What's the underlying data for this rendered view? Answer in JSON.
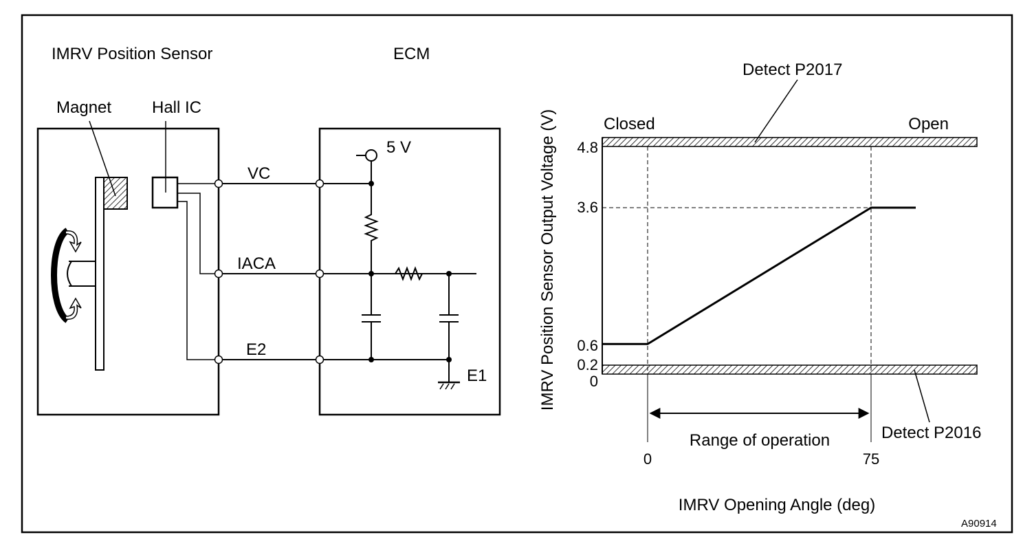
{
  "circuit": {
    "sensor_title": "IMRV Position Sensor",
    "ecm_title": "ECM",
    "magnet_label": "Magnet",
    "hall_label": "Hall IC",
    "supply_label": "5 V",
    "wires": [
      "VC",
      "IACA",
      "E2"
    ],
    "ground_label": "E1"
  },
  "chart_data": {
    "type": "line",
    "xlabel": "IMRV Opening Angle (deg)",
    "ylabel": "IMRV Position Sensor Output Voltage (V)",
    "x_ticks": [
      "0",
      "75"
    ],
    "y_ticks": [
      "0",
      "0.2",
      "0.6",
      "3.6",
      "4.8"
    ],
    "series": [
      {
        "x": [
          -15,
          0,
          75,
          90
        ],
        "y": [
          0.6,
          0.6,
          3.6,
          3.6
        ]
      }
    ],
    "xlim": [
      -15,
      90
    ],
    "ylim": [
      0,
      4.8
    ],
    "guide_lines": {
      "x": [
        0,
        75
      ],
      "y": [
        3.6
      ]
    },
    "detect_bands": [
      {
        "label": "Detect P2017",
        "from_v": 4.8,
        "to_v": 5.0
      },
      {
        "label": "Detect P2016",
        "from_v": 0,
        "to_v": 0.2
      }
    ],
    "state_left": "Closed",
    "state_right": "Open",
    "range_label": "Range of operation"
  },
  "figure_id": "A90914"
}
